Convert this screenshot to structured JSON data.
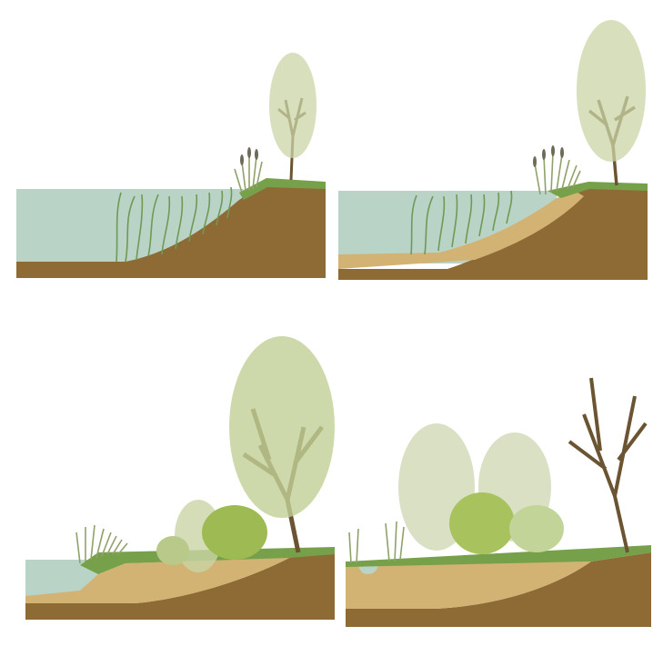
{
  "figure": {
    "panel_count": 4,
    "panels": [
      {
        "id": "stage-1",
        "water": "open",
        "sediment": "none"
      },
      {
        "id": "stage-2",
        "water": "open",
        "sediment": "thin"
      },
      {
        "id": "stage-3",
        "water": "shallow",
        "sediment": "thick"
      },
      {
        "id": "stage-4",
        "water": "pool",
        "sediment": "full"
      }
    ],
    "colors": {
      "water": "#b9d3c7",
      "soil": "#8e6a35",
      "sediment": "#d2b373",
      "grass": "#77a04a",
      "reed": "#8fa26a",
      "tree_trunk": "#6b5432",
      "tree_foliage": "#c9d4a5",
      "shrub": "#9dbb52"
    }
  }
}
